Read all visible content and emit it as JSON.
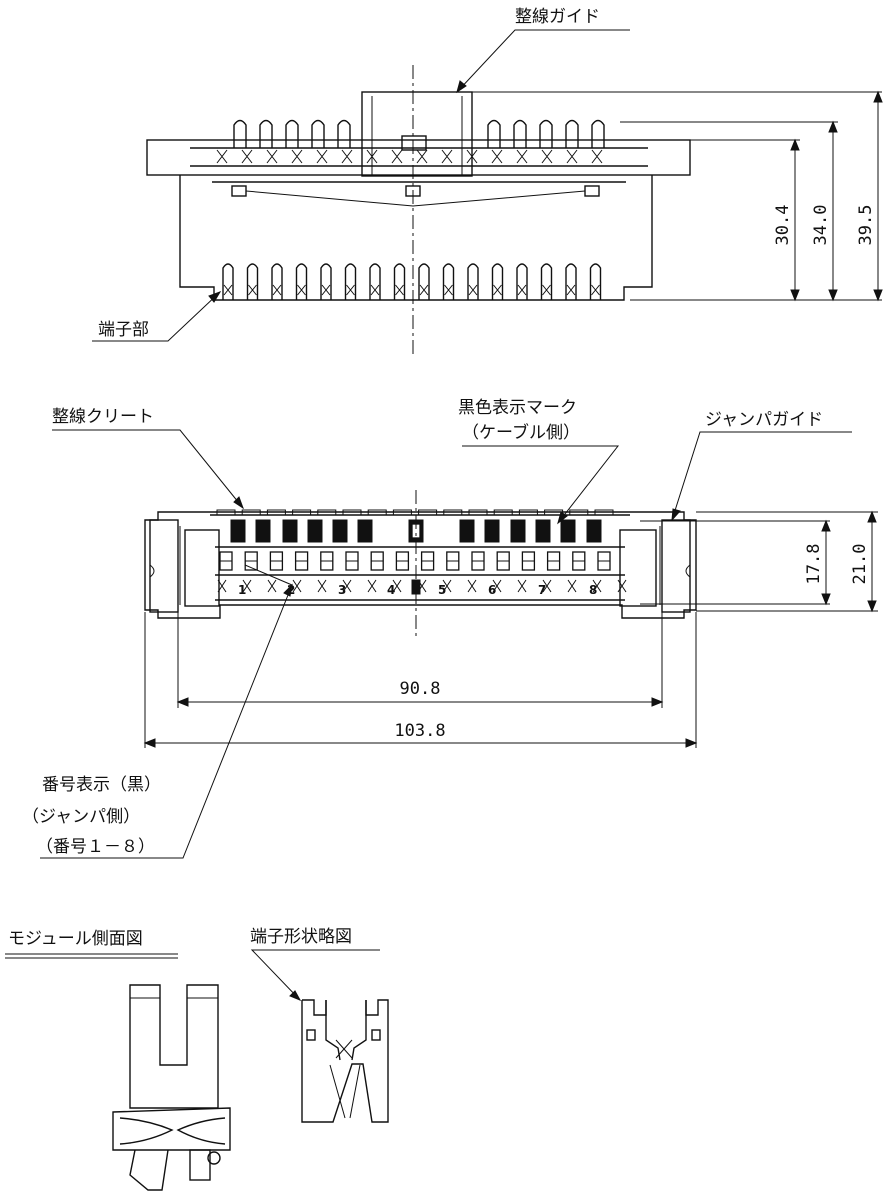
{
  "labels": {
    "wire_guide": "整線ガイド",
    "terminal_part": "端子部",
    "wire_cleat": "整線クリート",
    "black_mark": "黒色表示マーク",
    "cable_side": "（ケーブル側）",
    "jumper_guide": "ジャンパガイド",
    "number_display": "番号表示（黒）",
    "jumper_side": "（ジャンパ側）",
    "number_range": "（番号１－８）",
    "module_side_view": "モジュール側面図",
    "terminal_shape": "端子形状略図"
  },
  "dimensions": {
    "h1": "30.4",
    "h2": "34.0",
    "h3": "39.5",
    "w_inner": "90.8",
    "w_outer": "103.8",
    "h_front1": "17.8",
    "h_front2": "21.0"
  },
  "pair_numbers": [
    "1",
    "2",
    "3",
    "4",
    "5",
    "6",
    "7",
    "8"
  ],
  "colors": {
    "ink": "#111111",
    "paper": "#ffffff"
  }
}
